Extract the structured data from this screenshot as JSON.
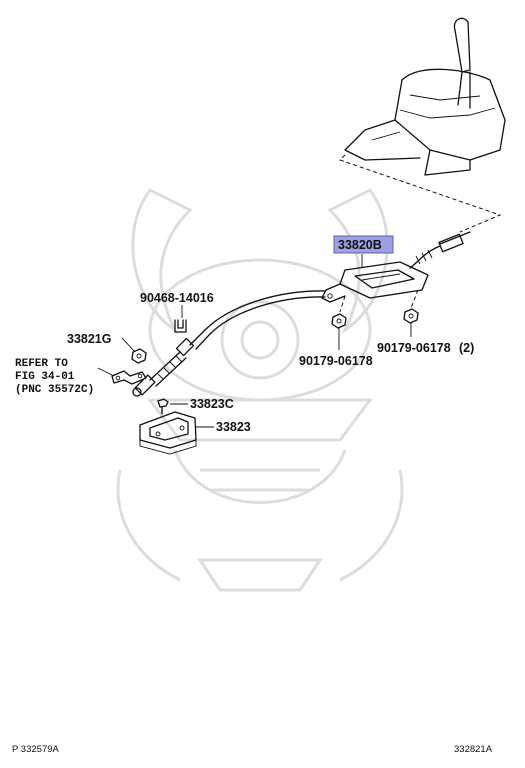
{
  "labels": {
    "main_part": "33820B",
    "clip": "90468-14016",
    "bracket_small": "33821G",
    "nut_left": "90179-06178",
    "nut_right": "90179-06178",
    "nut_right_qty": "(2)",
    "bolt": "33823C",
    "bracket_retainer": "33823",
    "refer_line1": "REFER TO",
    "refer_line2": "FIG 34-01",
    "refer_line3": "(PNC 35572C)"
  },
  "footer": {
    "left_code": "P 332579A",
    "right_code": "332821A"
  },
  "colors": {
    "highlight": "#9ea1e0",
    "line": "#111111",
    "watermark": "#dcdcdc"
  }
}
